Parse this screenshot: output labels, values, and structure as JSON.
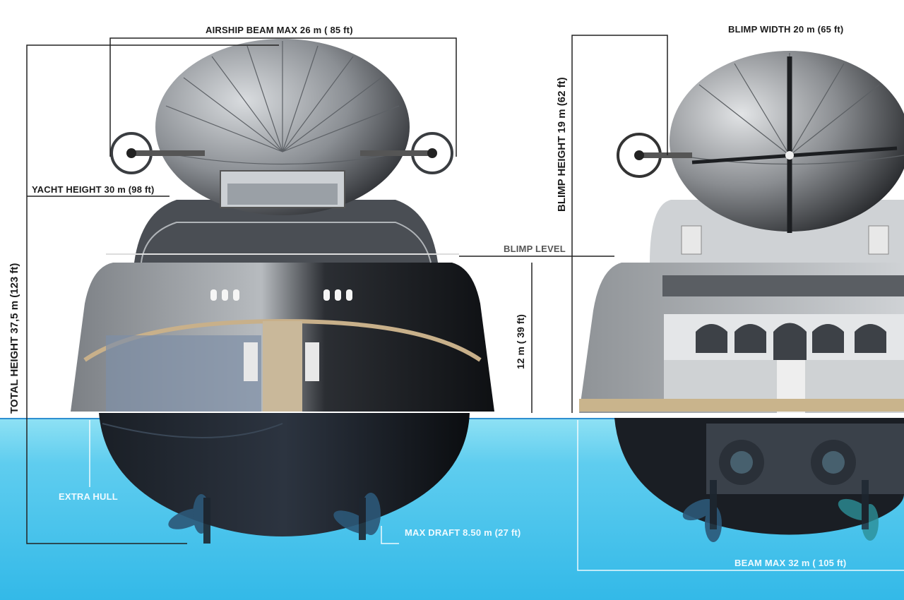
{
  "labels": {
    "airship_beam": "AIRSHIP BEAM MAX 26 m ( 85 ft)",
    "yacht_height": "YACHT HEIGHT 30 m (98 ft)",
    "total_height": "TOTAL HEIGHT 37,5 m (123 ft)",
    "extra_hull": "EXTRA HULL",
    "max_draft": "MAX DRAFT 8.50 m (27 ft)",
    "blimp_level": "BLIMP LEVEL",
    "twelve_m": "12 m ( 39 ft)",
    "blimp_width": "BLIMP WIDTH 20 m (65 ft)",
    "blimp_height": "BLIMP HEIGHT 19 m (62 ft)",
    "beam_max": "BEAM MAX 32 m ( 105 ft)"
  },
  "colors": {
    "water_top": "#6fd3ef",
    "water_bottom": "#3cc0ea",
    "hull_dark": "#111418",
    "superstructure": "#9a9ea3",
    "blimp": "#8a8d91",
    "propeller": "#2c5878",
    "dimension_line": "#222222"
  }
}
